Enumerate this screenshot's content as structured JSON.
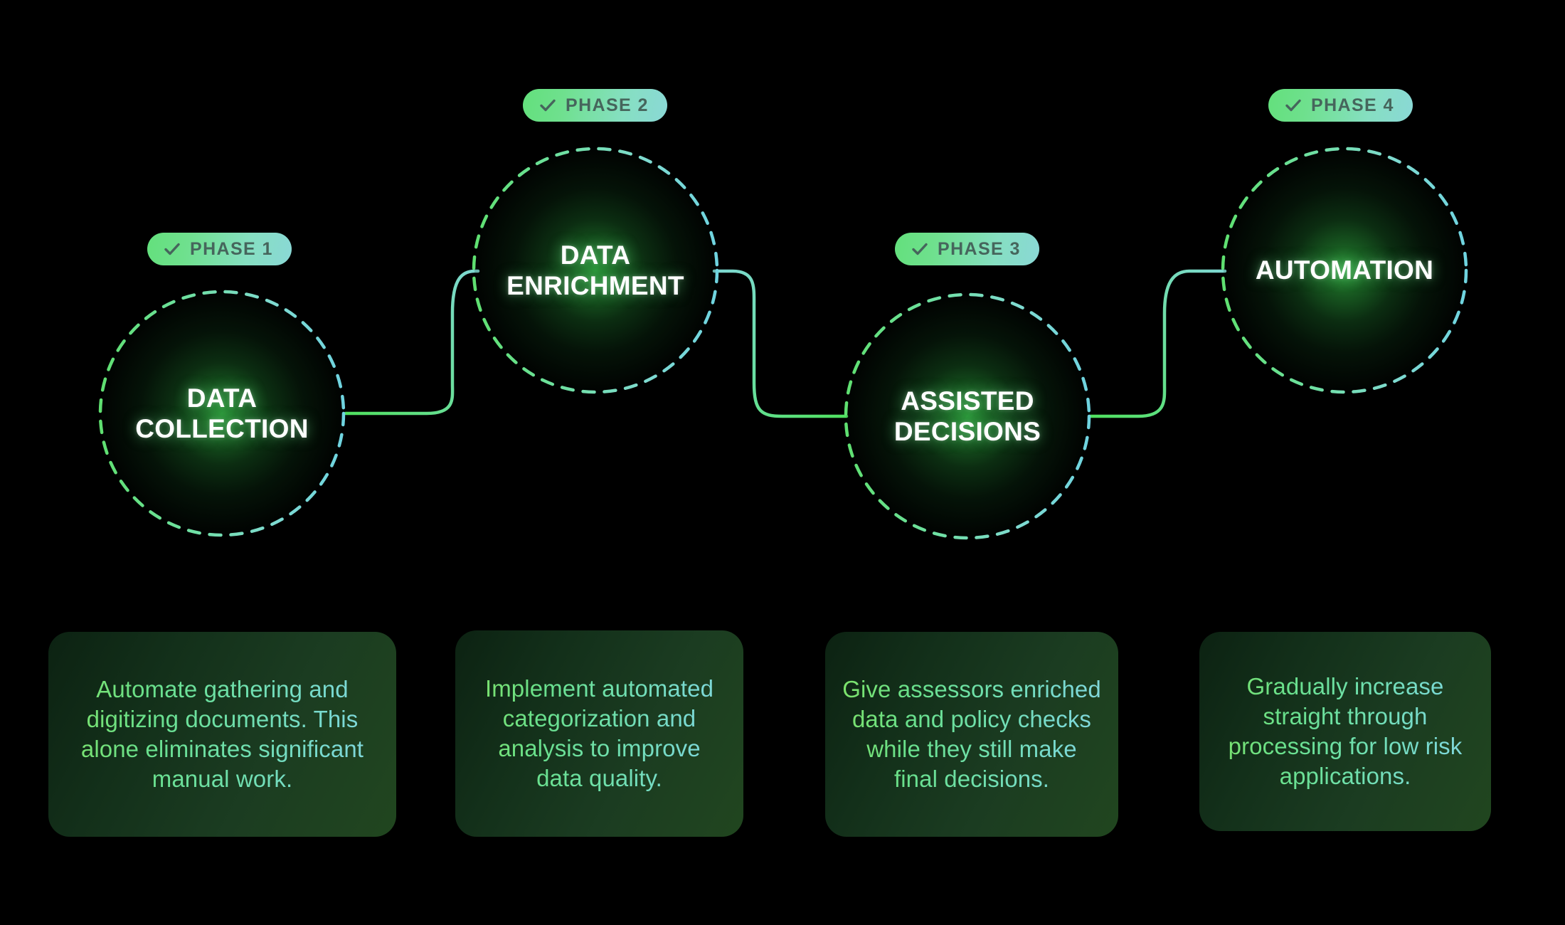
{
  "diagram": {
    "title_hidden": "",
    "background_color": "#000000",
    "accent_green": "#63e07c",
    "accent_teal": "#8ad8d6",
    "card_text_gradient_from": "#7de36a",
    "card_text_gradient_to": "#84d7dd",
    "badge_text_color": "#46655c",
    "circle_title_color": "#ffffff"
  },
  "phases": [
    {
      "badge_label": "PHASE 1",
      "badge_icon": "check-icon",
      "circle_title": "DATA\nCOLLECTION",
      "description": "Automate gathering and digitizing documents. This alone eliminates significant manual work."
    },
    {
      "badge_label": "PHASE 2",
      "badge_icon": "check-icon",
      "circle_title": "DATA\nENRICHMENT",
      "description": "Implement automated categorization and analysis to improve data quality."
    },
    {
      "badge_label": "PHASE 3",
      "badge_icon": "check-icon",
      "circle_title": "ASSISTED\nDECISIONS",
      "description": "Give assessors enriched data and policy checks while they still make final decisions."
    },
    {
      "badge_label": "PHASE 4",
      "badge_icon": "check-icon",
      "circle_title": "AUTOMATION",
      "description": "Gradually increase straight through processing for low risk applications."
    }
  ]
}
